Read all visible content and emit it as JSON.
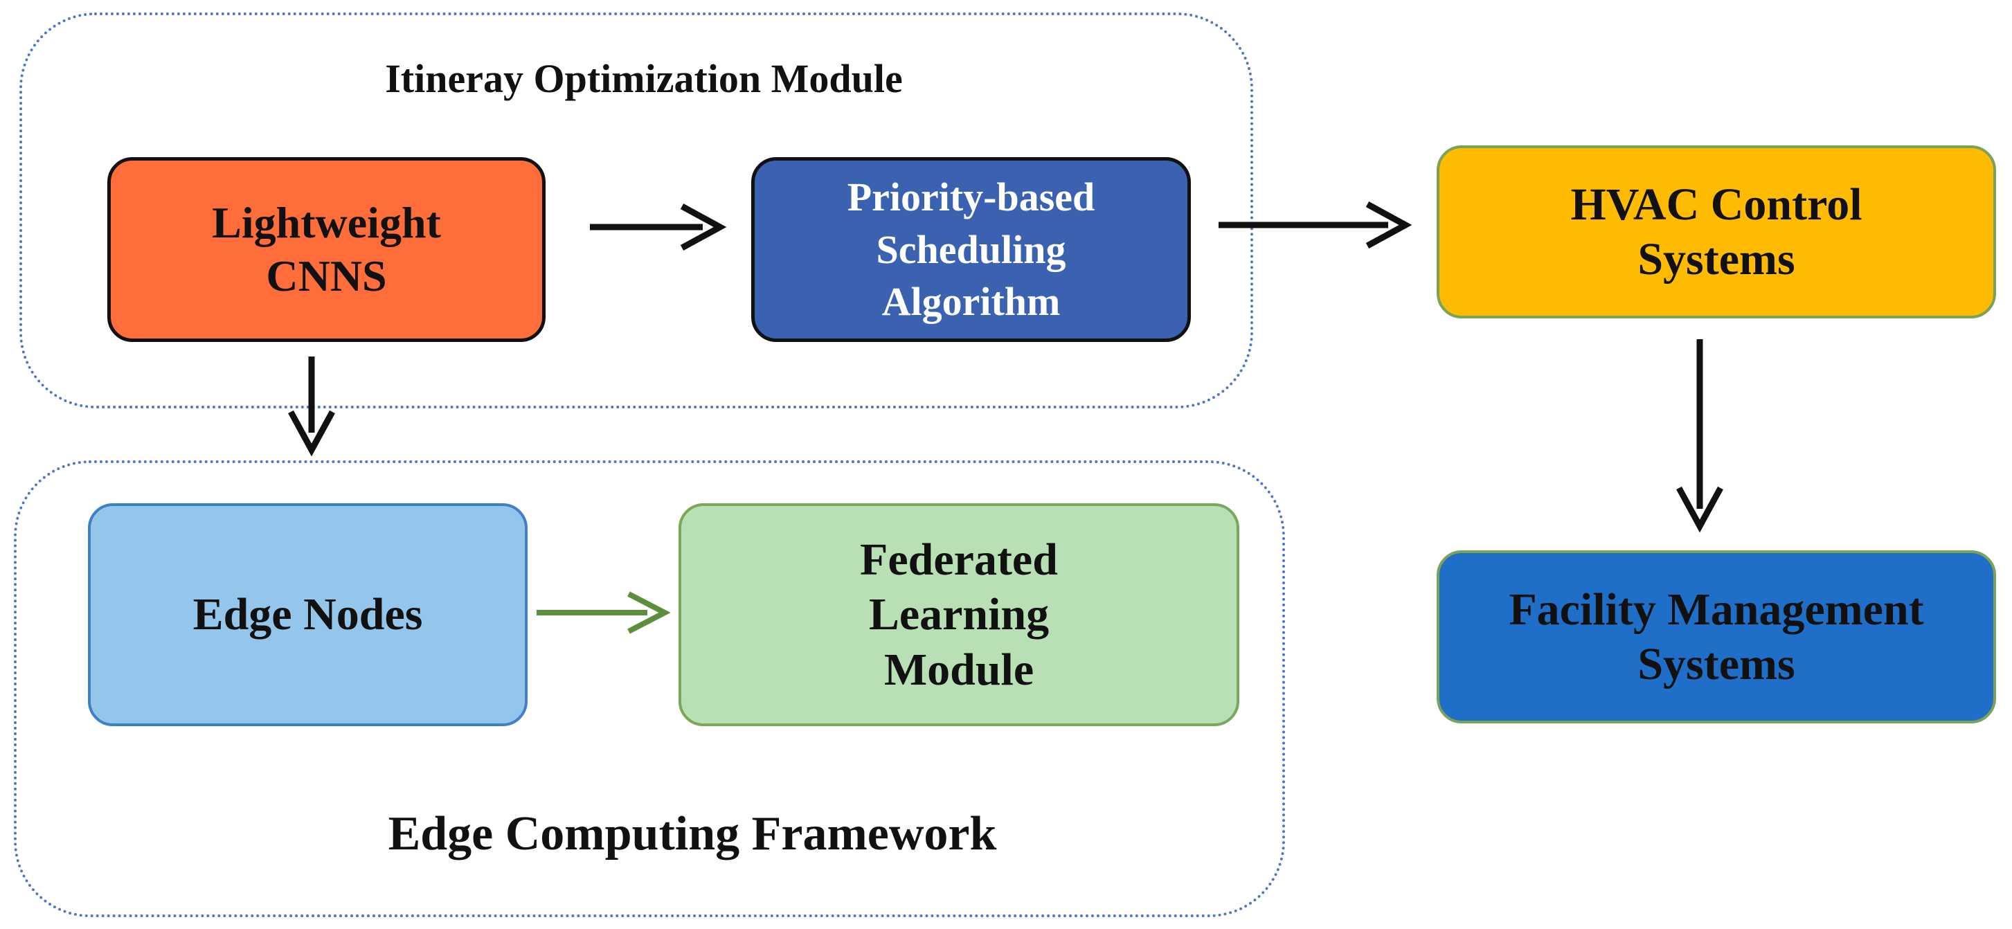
{
  "groups": {
    "itinerary": {
      "title": "Itineray Optimization Module"
    },
    "edge": {
      "title": "Edge Computing Framework"
    }
  },
  "nodes": {
    "cnn": {
      "line1": "Lightweight",
      "line2": "CNNS"
    },
    "priority": {
      "line1": "Priority-based",
      "line2": "Scheduling",
      "line3": "Algorithm"
    },
    "hvac": {
      "line1": "HVAC Control",
      "line2": "Systems"
    },
    "facility": {
      "line1": "Facility Management",
      "line2": "Systems"
    },
    "edge_nodes": {
      "label": "Edge Nodes"
    },
    "federated": {
      "line1": "Federated",
      "line2": "Learning",
      "line3": "Module"
    }
  },
  "edges": [
    {
      "from": "cnn",
      "to": "priority"
    },
    {
      "from": "priority",
      "to": "hvac"
    },
    {
      "from": "cnn",
      "to": "edge_computing_framework"
    },
    {
      "from": "hvac",
      "to": "facility"
    },
    {
      "from": "edge_nodes",
      "to": "federated"
    }
  ],
  "colors": {
    "cnn_fill": "#ff6e3a",
    "priority_fill": "#3a62b1",
    "hvac_fill": "#ffbb00",
    "facility_fill": "#1f6ec8",
    "edge_nodes_fill": "#93c6ea",
    "federated_fill": "#b8e0b4",
    "group_border": "#4a78c4",
    "edge_nodes_arrow": "#5b8f3c"
  }
}
